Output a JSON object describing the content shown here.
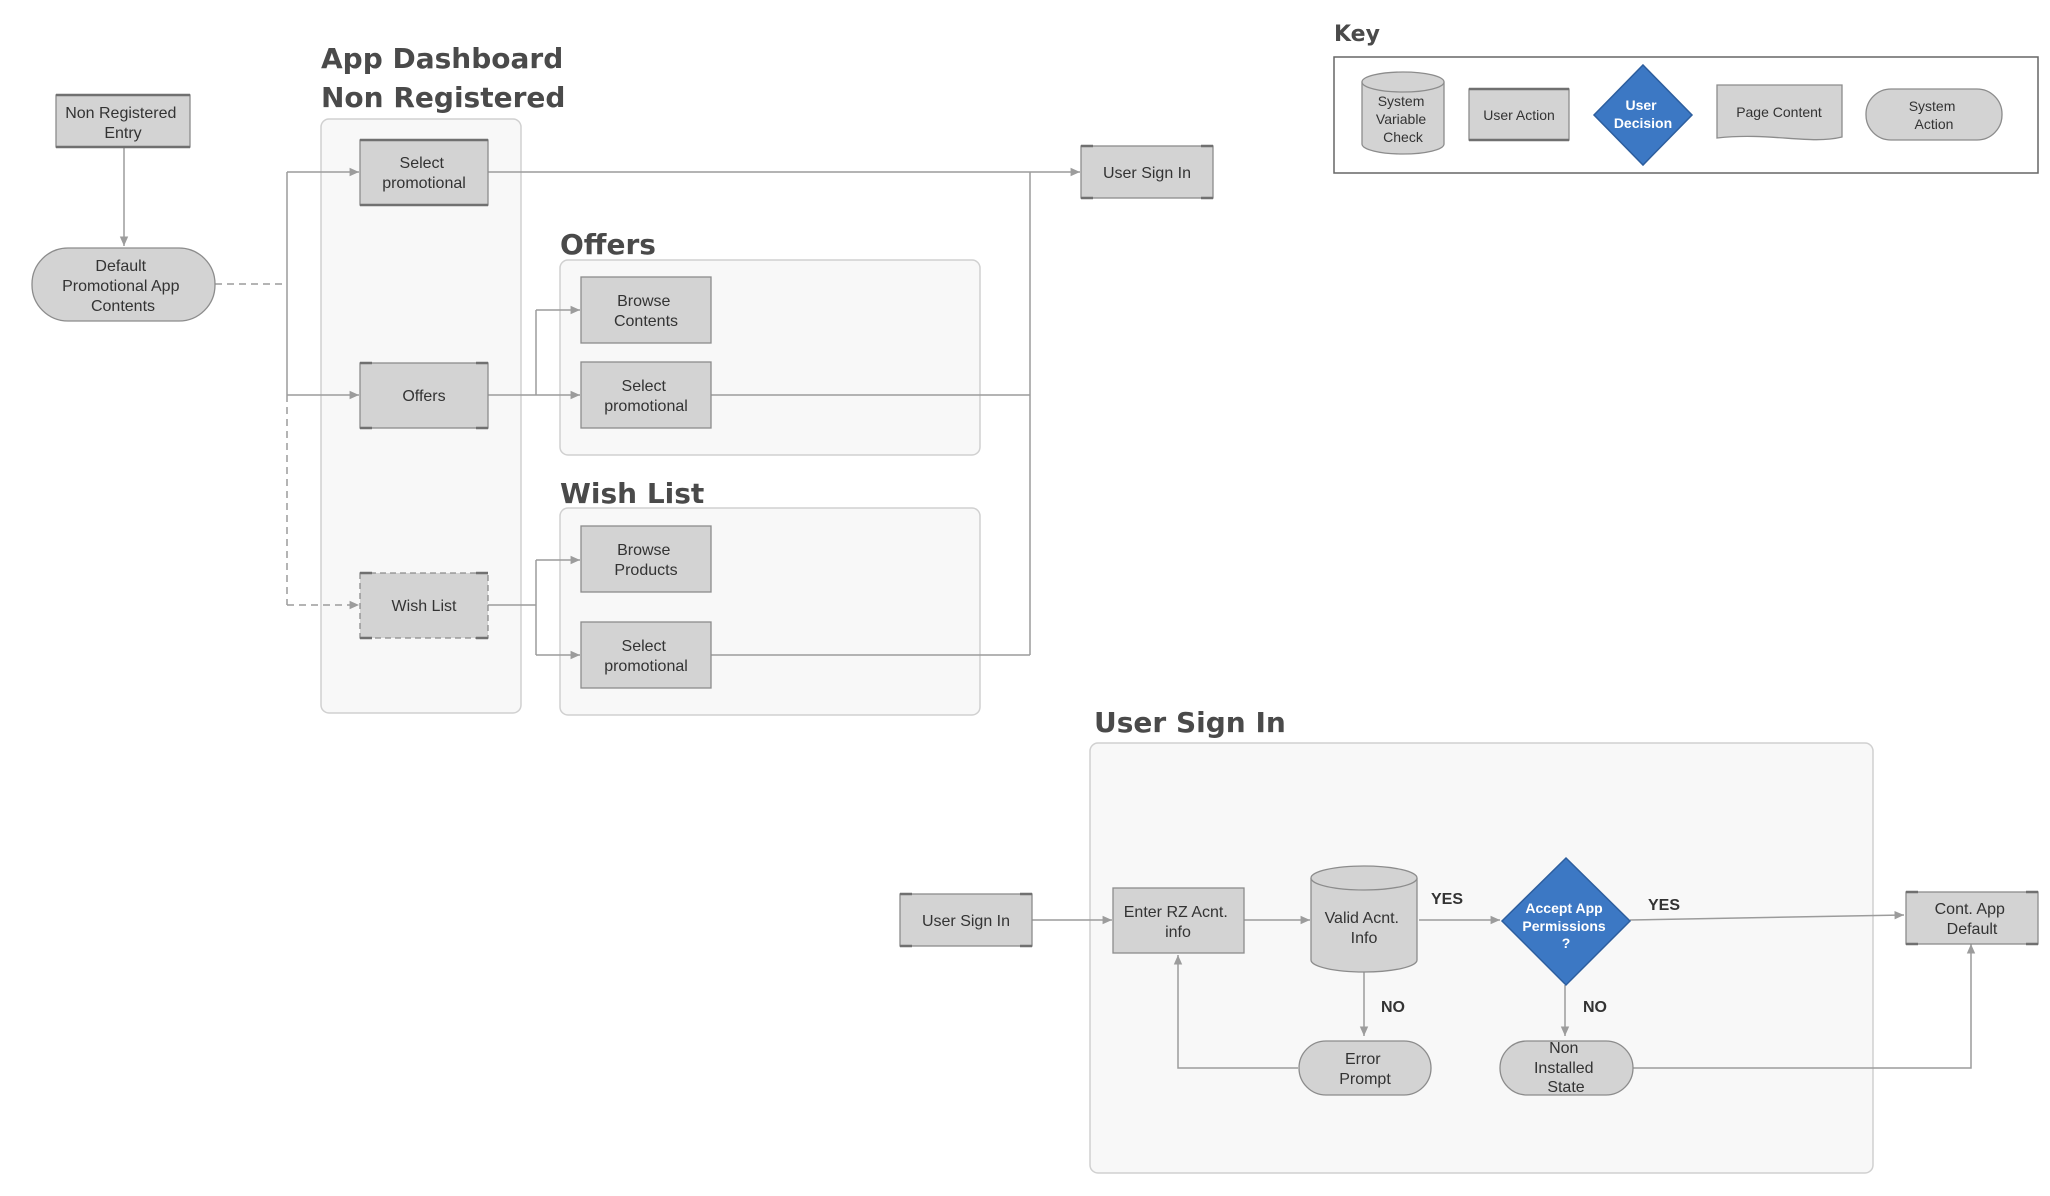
{
  "key": {
    "title": "Key",
    "system_variable_check": [
      "System",
      "Variable",
      "Check"
    ],
    "user_action": "User Action",
    "user_decision": [
      "User",
      "Decision"
    ],
    "page_content": "Page Content",
    "system_action": [
      "System",
      "Action"
    ]
  },
  "dashboard": {
    "title_line1": "App Dashboard",
    "title_line2": "Non Registered",
    "entry": [
      "Non Registered",
      "Entry"
    ],
    "default_contents": [
      "Default",
      "Promotional App",
      "Contents"
    ],
    "select_promotional": [
      "Select",
      "promotional"
    ],
    "offers": "Offers",
    "wish_list": "Wish List",
    "user_sign_in": "User Sign In"
  },
  "offers_section": {
    "title": "Offers",
    "browse_contents": [
      "Browse",
      "Contents"
    ],
    "select_promotional": [
      "Select",
      "promotional"
    ]
  },
  "wishlist_section": {
    "title": "Wish List",
    "browse_products": [
      "Browse",
      "Products"
    ],
    "select_promotional": [
      "Select",
      "promotional"
    ]
  },
  "signin_section": {
    "title": "User Sign In",
    "user_sign_in": "User Sign In",
    "enter_account": [
      "Enter RZ Acnt.",
      "info"
    ],
    "valid_account": [
      "Valid Acnt.",
      "Info"
    ],
    "accept_permissions": [
      "Accept App",
      "Permissions",
      "?"
    ],
    "continue_default": [
      "Cont. App",
      "Default"
    ],
    "error_prompt": [
      "Error",
      "Prompt"
    ],
    "non_installed": [
      "Non",
      "Installed",
      "State"
    ],
    "yes_label": "YES",
    "no_label": "NO"
  },
  "colors": {
    "decision_fill": "#3c78c4",
    "box_fill": "#d3d3d3",
    "panel_fill": "#f8f8f8"
  }
}
